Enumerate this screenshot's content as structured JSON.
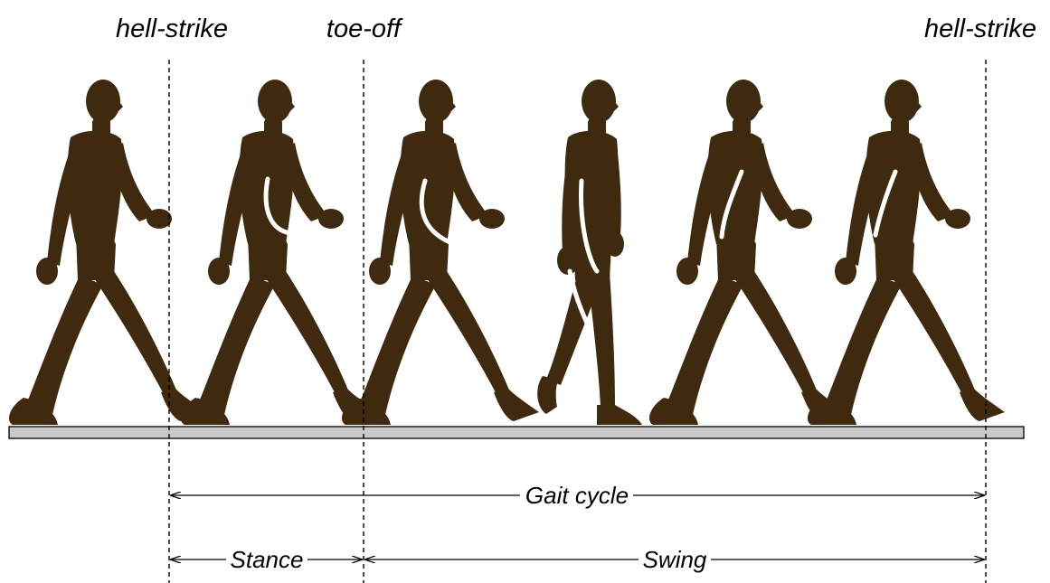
{
  "events": {
    "heel_strike_start": "hell-strike",
    "toe_off": "toe-off",
    "heel_strike_end": "hell-strike"
  },
  "phases": {
    "gait_cycle": "Gait cycle",
    "stance": "Stance",
    "swing": "Swing"
  },
  "colors": {
    "figure": "#3f2a0f",
    "ground_fill": "#c8c8c8",
    "ground_stroke": "#000000",
    "lines": "#000000"
  }
}
